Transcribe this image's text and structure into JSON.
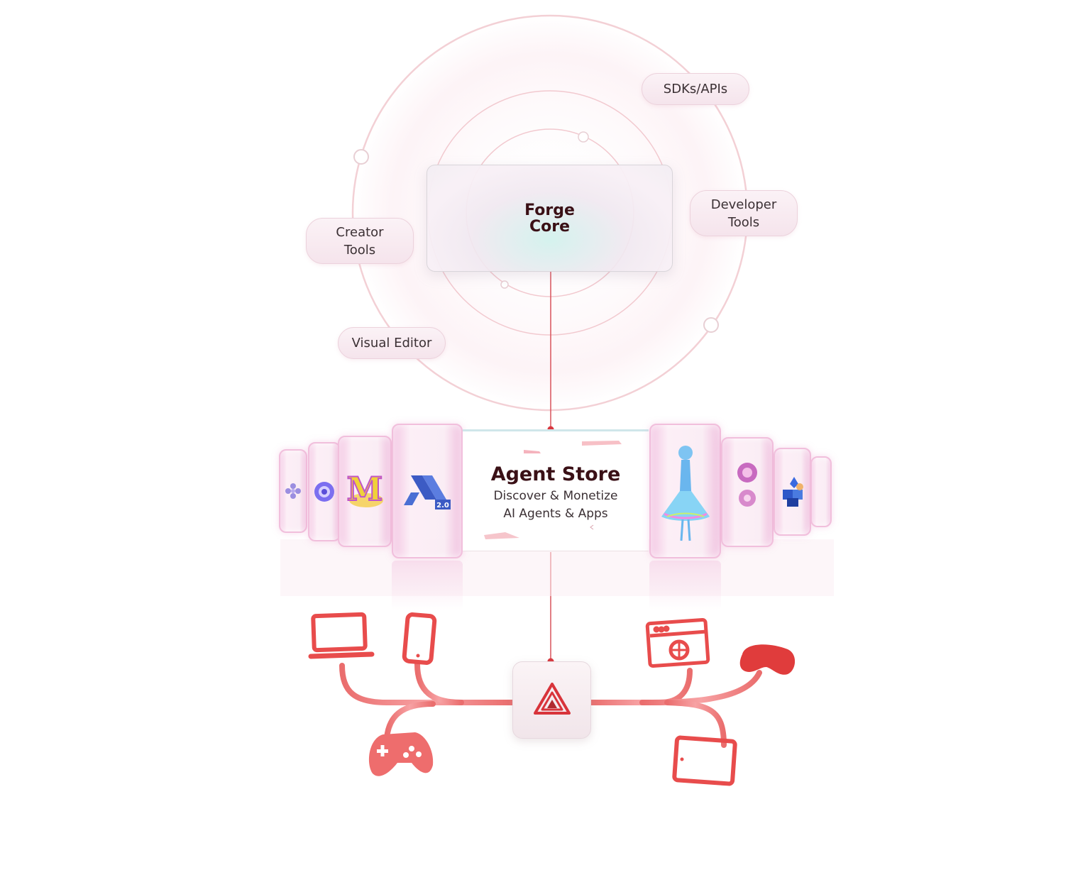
{
  "forge_core": {
    "title": "Forge\nCore"
  },
  "orbit_labels": {
    "sdks_apis": "SDKs/APIs",
    "developer_tools": "Developer\nTools",
    "creator_tools": "Creator\nTools",
    "visual_editor": "Visual Editor"
  },
  "agent_store": {
    "title": "Agent Store",
    "subtitle": "Discover & Monetize\nAI Agents & Apps"
  },
  "agent_cards": [
    {
      "icon": "flower-icon"
    },
    {
      "icon": "robot-icon"
    },
    {
      "icon": "m-logo-icon"
    },
    {
      "icon": "m2-logo-icon",
      "label": "2.0"
    },
    {
      "icon": "dancer-figure-icon"
    },
    {
      "icon": "pink-character-icon"
    },
    {
      "icon": "blue-cubes-icon"
    },
    {
      "icon": "blank-card-icon"
    }
  ],
  "devices": [
    "laptop-icon",
    "phone-icon",
    "gamepad-icon",
    "browser-icon",
    "vr-headset-icon",
    "tablet-icon"
  ],
  "hub": {
    "icon": "platform-logo-icon"
  },
  "colors": {
    "accent_red": "#e84c4c",
    "line_red": "#e3565e",
    "orbit_pink": "#f1c9cf",
    "title_dark": "#3a1016"
  }
}
